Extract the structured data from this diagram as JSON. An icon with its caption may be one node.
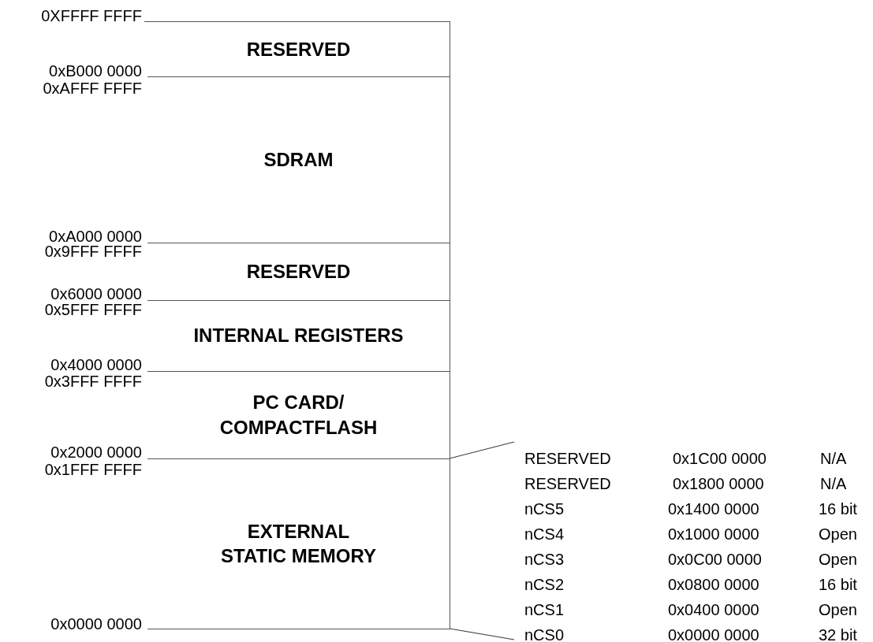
{
  "diagram": {
    "nodes": [
      {
        "text": [
          "RESERVED"
        ]
      },
      {
        "text": [
          "SDRAM"
        ]
      },
      {
        "text": [
          "RESERVED"
        ]
      },
      {
        "text": [
          "INTERNAL REGISTERS"
        ]
      },
      {
        "text": [
          "PC CARD/ COMPACTFLASH"
        ]
      },
      {
        "text": [
          "EXTERNAL STATIC MEMORY"
        ]
      }
    ],
    "labels": [
      "0XFFFF FFFF",
      "0xB000 0000",
      "0xAFFF FFFF",
      "0xA000 0000",
      "0x9FFF FFFF",
      "0x6000 0000",
      "0x5FFF FFFF",
      "0x4000 0000",
      "0x3FFF FFFF",
      "0x2000 0000",
      "0x1FFF FFFF",
      "0x0000 0000",
      "RESERVED",
      "0x1C00 0000",
      "N/A",
      "RESERVED",
      "0x1800 0000",
      "N/A",
      "nCS5",
      "0x1400 0000",
      "16 bit",
      "nCS4",
      "0x1000 0000",
      "Open",
      "nCS3",
      "0x0C00 0000",
      "Open",
      "nCS2",
      "0x0800 0000",
      "16 bit",
      "nCS1",
      "0x0400 0000",
      "Open",
      "nCS0",
      "0x0000 0000",
      "32 bit"
    ]
  }
}
